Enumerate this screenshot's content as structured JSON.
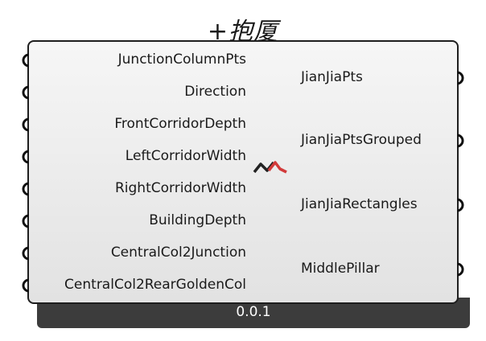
{
  "component": {
    "title": "+抱厦",
    "version": "0.0.1",
    "inputs": [
      {
        "label": "JunctionColumnPts"
      },
      {
        "label": "Direction"
      },
      {
        "label": "FrontCorridorDepth"
      },
      {
        "label": "LeftCorridorWidth"
      },
      {
        "label": "RightCorridorWidth"
      },
      {
        "label": "BuildingDepth"
      },
      {
        "label": "CentralCol2Junction"
      },
      {
        "label": "CentralCol2RearGoldenCol"
      }
    ],
    "outputs": [
      {
        "label": "JianJiaPts"
      },
      {
        "label": "JianJiaPtsGrouped"
      },
      {
        "label": "JianJiaRectangles"
      },
      {
        "label": "MiddlePillar"
      }
    ],
    "icon": "grasshopper-component-icon",
    "colors": {
      "body_border": "#1e1e1e",
      "version_bar": "#3c3c3c",
      "icon_red": "#d23a3a"
    }
  }
}
